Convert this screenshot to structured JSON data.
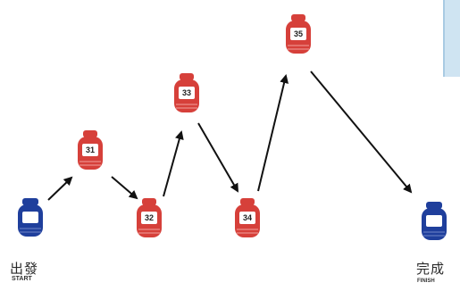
{
  "diagram": {
    "start": {
      "label_cn": "出發",
      "label_en": "START"
    },
    "finish": {
      "label_cn": "完成",
      "label_en": "FINISH"
    },
    "markers": [
      {
        "id": "m31",
        "number": "31"
      },
      {
        "id": "m32",
        "number": "32"
      },
      {
        "id": "m33",
        "number": "33"
      },
      {
        "id": "m34",
        "number": "34"
      },
      {
        "id": "m35",
        "number": "35"
      }
    ],
    "colors": {
      "start_finish": "#1f3f9c",
      "marker": "#d6403a",
      "arrow": "#111111"
    }
  }
}
